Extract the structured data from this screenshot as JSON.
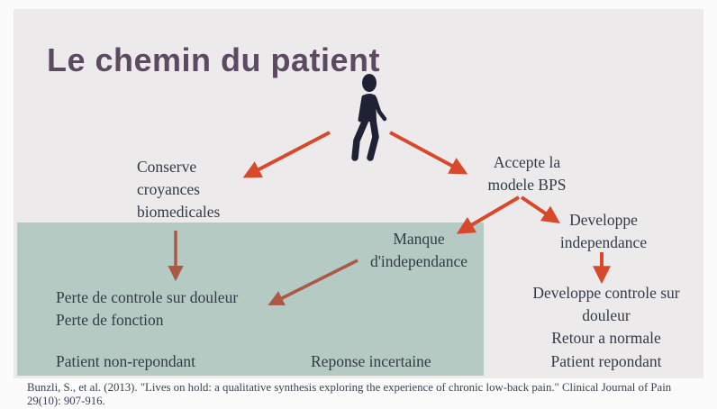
{
  "title": "Le chemin du patient",
  "person_icon": "walking-person",
  "nodes": {
    "conserve": {
      "lines": [
        "Conserve",
        "croyances",
        "biomedicales"
      ]
    },
    "accepte": {
      "lines": [
        "Accepte la",
        "modele BPS"
      ]
    },
    "developpe_independance": {
      "lines": [
        "Developpe",
        "independance"
      ]
    },
    "manque_independance": {
      "lines": [
        "Manque",
        "d'independance"
      ]
    },
    "perte_controle": "Perte de controle sur douleur",
    "perte_fonction": "Perte de fonction",
    "patient_non_repondant": "Patient non-repondant",
    "reponse_incertaine": "Reponse incertaine",
    "developpe_controle": {
      "lines": [
        "Developpe controle sur",
        "douleur"
      ]
    },
    "retour_normale": "Retour a normale",
    "patient_repondant": "Patient repondant"
  },
  "citation": "Bunzli, S., et al. (2013). \"Lives on hold: a qualitative synthesis exploring the experience of chronic low-back pain.\" Clinical Journal of Pain 29(10): 907-916.",
  "colors": {
    "slide_bg": "#edeaec",
    "title": "#5b4a60",
    "text": "#323b47",
    "highlight_box": "#b5cac3",
    "arrow_bright": "#d8492b",
    "arrow_muted": "#ab5847",
    "person": "#1e2234"
  }
}
